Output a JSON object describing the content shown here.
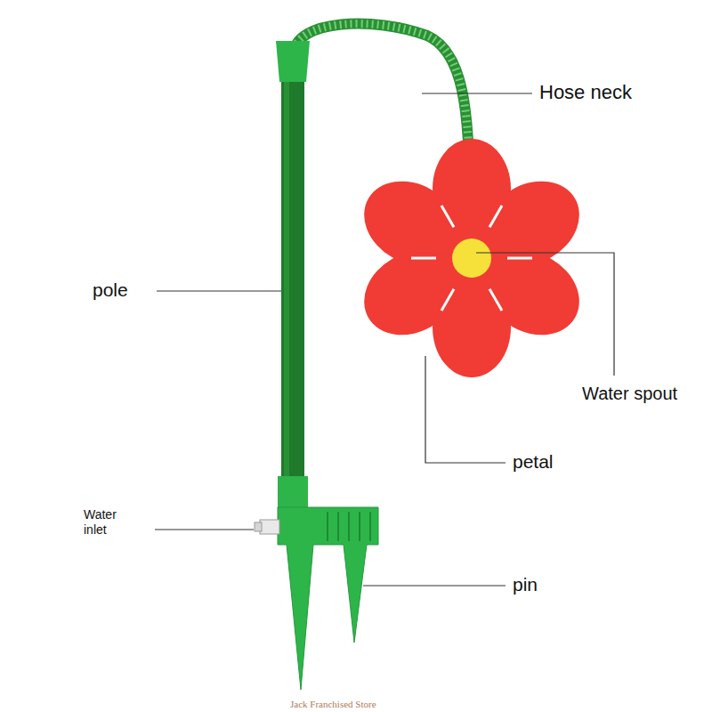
{
  "diagram": {
    "labels": [
      "Hose neck",
      "pole",
      "Water spout",
      "petal",
      "Water inlet",
      "pin",
      "Jack Franchised Store"
    ]
  }
}
